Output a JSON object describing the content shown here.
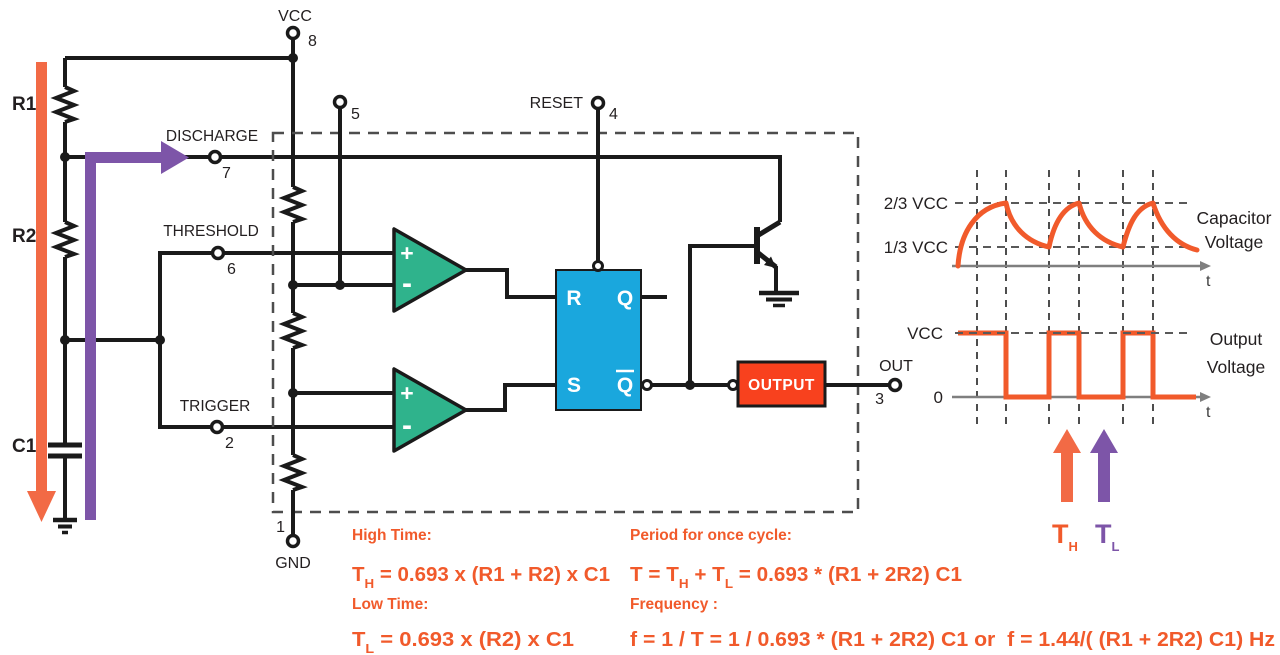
{
  "title": "555 timer astable multivibrator internal diagram",
  "colors": {
    "accent_orange": "#f15a2b",
    "bar_orange": "#f26a45",
    "accent_purple": "#7d55a8",
    "comparator_teal": "#2fb38c",
    "flipflop_blue": "#1aa7dd",
    "output_red": "#f8411e",
    "wire_black": "#1a1a1a",
    "axis_gray": "#7f7f7f"
  },
  "labels": {
    "vcc": "VCC",
    "pin8": "8",
    "pin5": "5",
    "reset": "RESET",
    "pin4": "4",
    "discharge": "DISCHARGE",
    "pin7": "7",
    "threshold": "THRESHOLD",
    "pin6": "6",
    "trigger": "TRIGGER",
    "pin2": "2",
    "pin1": "1",
    "gnd": "GND",
    "out": "OUT",
    "pin3": "3",
    "r1": "R1",
    "r2": "R2",
    "c1": "C1"
  },
  "components": {
    "flipflop": {
      "r": "R",
      "q": "Q",
      "s": "S",
      "qbar": "Q"
    },
    "comparator1": {
      "plus": "+",
      "minus": "-"
    },
    "comparator2": {
      "plus": "+",
      "minus": "-"
    },
    "output_label": "OUTPUT"
  },
  "waveforms": {
    "capacitor": {
      "level_high": "2/3 VCC",
      "level_low": "1/3 VCC",
      "title1": "Capacitor",
      "title2": "Voltage",
      "axis": "t"
    },
    "output": {
      "level_high": "VCC",
      "level_low": "0",
      "title1": "Output",
      "title2": "Voltage",
      "axis": "t"
    },
    "markers": {
      "th": "T",
      "th_sub": "H",
      "tl": "T",
      "tl_sub": "L"
    }
  },
  "formulas": {
    "high_time": {
      "heading": "High Time:",
      "lead": "T",
      "sub": "H",
      "rest": " = 0.693 x (R1 + R2) x C1"
    },
    "low_time": {
      "heading": "Low Time:",
      "lead": "T",
      "sub": "L",
      "rest": " = 0.693 x (R2) x C1"
    },
    "period": {
      "heading": "Period for once cycle:",
      "p1": "T = T",
      "s1": "H",
      "p2": " + T",
      "s2": "L",
      "p3": " = 0.693 * (R1 + 2R2) C1"
    },
    "frequency": {
      "heading": "Frequency :",
      "body": "f = 1 / T = 1 / 0.693 * (R1 + 2R2) C1 or  f = 1.44/( (R1 + 2R2) C1) Hz"
    }
  },
  "chart_data": [
    {
      "type": "line",
      "title": "Capacitor Voltage",
      "xlabel": "t",
      "y_levels": [
        "1/3 VCC",
        "2/3 VCC"
      ],
      "description": "Exponential charge/discharge oscillating between 1/3 VCC and 2/3 VCC; three charge peaks shown, starting from 0."
    },
    {
      "type": "line",
      "title": "Output Voltage",
      "xlabel": "t",
      "y_levels": [
        "0",
        "VCC"
      ],
      "description": "Square wave: high (VCC) while capacitor charges (TH), low (0) while it discharges (TL)."
    }
  ]
}
